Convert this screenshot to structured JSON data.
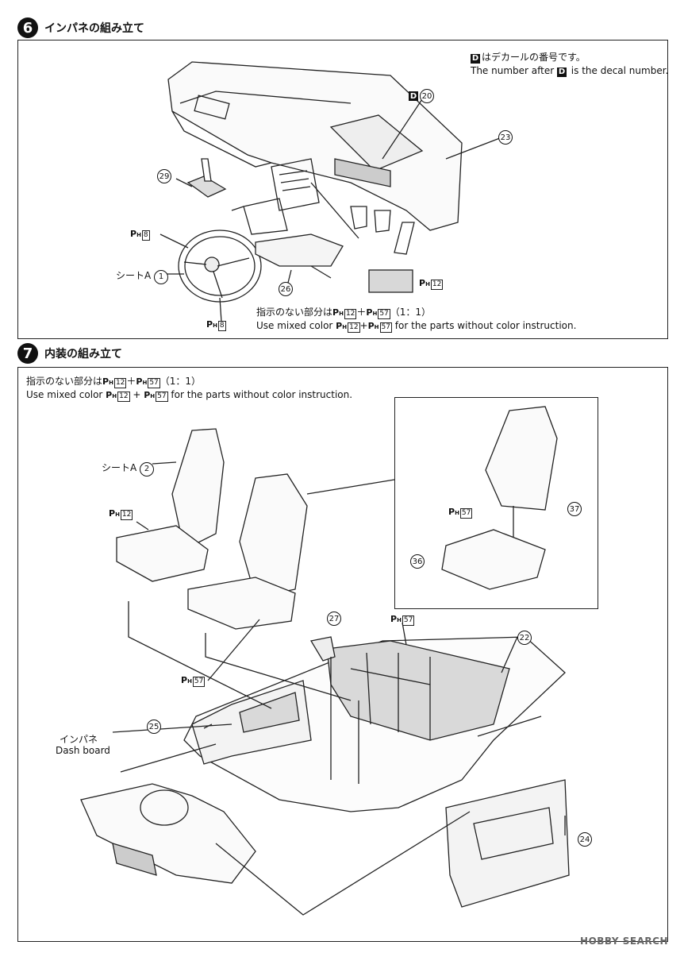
{
  "step6": {
    "number": "6",
    "title": "インパネの組み立て",
    "decal_note_jp": "はデカールの番号です。",
    "decal_note_en_pre": "The number after ",
    "decal_note_en_post": " is the decal number.",
    "decal_letter": "D",
    "color_note_jp": "指示のない部分は",
    "color_note_jp_ratio": "（1：1）",
    "color_note_en_pre": "Use mixed color ",
    "color_note_en_post": " for the parts without color instruction.",
    "labels": {
      "decal_ref": "20",
      "part23": "23",
      "part29": "29",
      "part26": "26",
      "seat_a": "シートA",
      "seat_a_num": "1",
      "ph8_a": "8",
      "ph8_b": "8",
      "ph12_swatch": "12",
      "ph12": "12",
      "ph57": "57"
    }
  },
  "step7": {
    "number": "7",
    "title": "内装の組み立て",
    "color_note_jp": "指示のない部分は",
    "color_note_jp_ratio": "（1：1）",
    "color_note_en_pre": "Use mixed color ",
    "color_note_en_post": " for the parts without color instruction.",
    "labels": {
      "seat_a": "シートA",
      "seat_a_num": "2",
      "ph12": "12",
      "ph57_inset": "57",
      "part37": "37",
      "part36": "36",
      "part27": "27",
      "ph57_floor": "57",
      "part22": "22",
      "ph57_door": "57",
      "part25": "25",
      "dash_jp": "インパネ",
      "dash_en": "Dash board",
      "part24": "24",
      "ph12_note": "12",
      "ph57_note": "57"
    }
  },
  "ph_prefix": "P",
  "ph_sub": "H",
  "watermark": "HOBBY SEARCH"
}
